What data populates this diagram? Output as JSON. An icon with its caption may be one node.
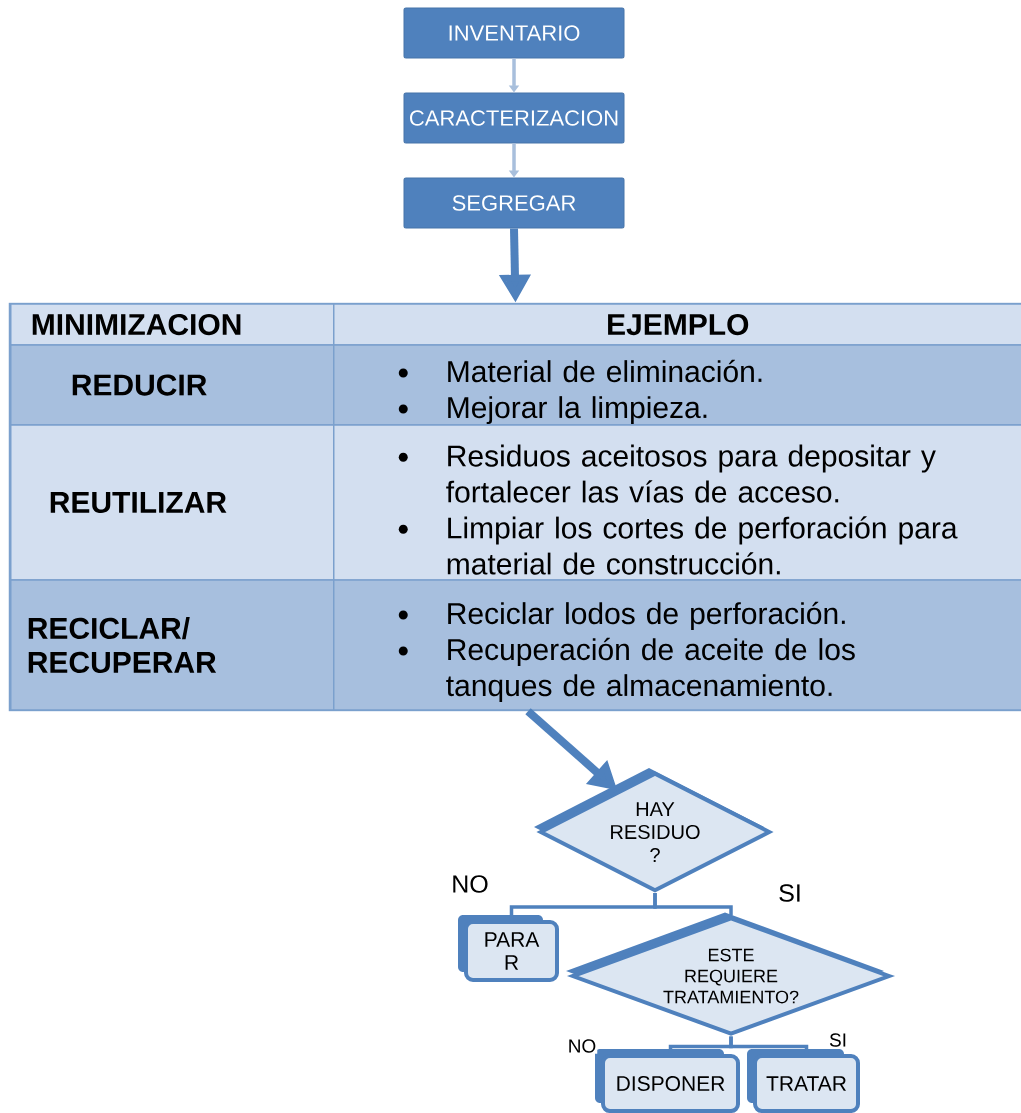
{
  "diagram": {
    "nodes": [
      {
        "text": [
          "INVENTARIO"
        ]
      },
      {
        "text": [
          "CARACTERIZACION"
        ]
      },
      {
        "text": [
          "SEGREGAR"
        ]
      },
      {
        "text": [],
        "shape": "box"
      },
      {
        "text": [
          "MINIMIZACION"
        ],
        "in": 3
      },
      {
        "text": [
          "EJEMPLO"
        ],
        "in": 3
      },
      {
        "text": [
          "REDUCIR"
        ],
        "in": 3
      },
      {
        "text": [
          "Material de eliminación.",
          "Mejorar la limpieza."
        ],
        "in": 3
      },
      {
        "text": [
          "REUTILIZAR"
        ],
        "in": 3
      },
      {
        "text": [
          "Residuos aceitosos para depositar y fortalecer las vías de acceso.",
          "Limpiar los cortes de perforación para material de construcción."
        ],
        "in": 3
      },
      {
        "text": [
          "RECICLAR/ RECUPERAR"
        ],
        "in": 3
      },
      {
        "text": [
          "Reciclar lodos de perforación.",
          "Recuperación de aceite de los tanques de almacenamiento."
        ],
        "in": 3
      },
      {
        "text": [
          "HAY RESIDUO ?"
        ]
      },
      {
        "text": [
          "PARA R"
        ]
      },
      {
        "text": [
          "ESTE REQUIERE TRATAMIENTO?"
        ]
      },
      {
        "text": [
          "DISPONER"
        ]
      },
      {
        "text": [
          "TRATAR"
        ]
      }
    ],
    "edges": [
      {
        "from": 0,
        "to": 1,
        "arrow": "to",
        "color": "#a8bfdc"
      },
      {
        "from": 1,
        "to": 2,
        "arrow": "to",
        "color": "#a8bfdc"
      },
      {
        "from": 2,
        "to": 3,
        "arrow": "to",
        "style": "thick"
      },
      {
        "from": 3,
        "to": 12,
        "arrow": "to",
        "style": "thick"
      },
      {
        "from": 12,
        "to": 13,
        "arrow": "none",
        "label": "NO"
      },
      {
        "from": 12,
        "to": 14,
        "arrow": "none",
        "label": "SI"
      },
      {
        "from": 14,
        "to": 15,
        "arrow": "none",
        "label": "NO"
      },
      {
        "from": 14,
        "to": 16,
        "arrow": "none",
        "label": "SI"
      }
    ]
  }
}
